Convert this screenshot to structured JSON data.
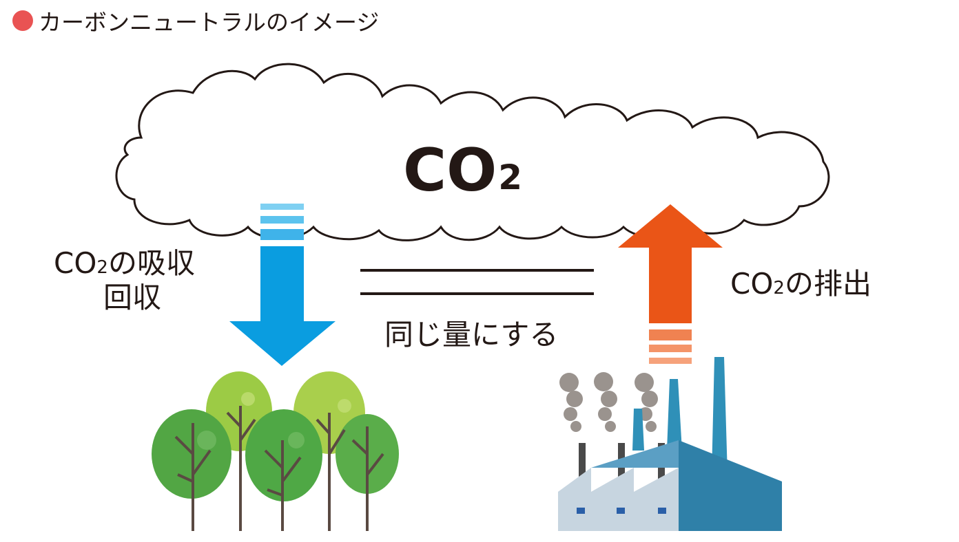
{
  "header": {
    "title": "カーボンニュートラルのイメージ"
  },
  "cloud": {
    "label_main": "CO",
    "label_sub": "2"
  },
  "left": {
    "label_line1_main": "CO",
    "label_line1_sub": "2",
    "label_line1_rest": "の吸収",
    "label_line2": "回収"
  },
  "right": {
    "label_main": "CO",
    "label_sub": "2",
    "label_rest": "の排出"
  },
  "center": {
    "equal_label": "同じ量にする"
  },
  "colors": {
    "bullet": "#e95353",
    "absorb_arrow": "#0a9de0",
    "absorb_stripe_light": "#7fd0f2",
    "absorb_stripe_mid": "#3fb3ea",
    "emit_arrow": "#ea5517",
    "emit_stripe_light": "#f6a27b",
    "emit_stripe_mid": "#f08251",
    "tree_green_dark": "#52a644",
    "tree_green_light": "#9ccb45",
    "trunk": "#5a4a42",
    "factory_blue": "#2f80a8",
    "factory_wall": "#c7d5e0",
    "smoke": "#9a938e"
  },
  "icons": [
    "cloud-icon",
    "down-arrow-icon",
    "up-arrow-icon",
    "trees-icon",
    "factory-icon"
  ]
}
